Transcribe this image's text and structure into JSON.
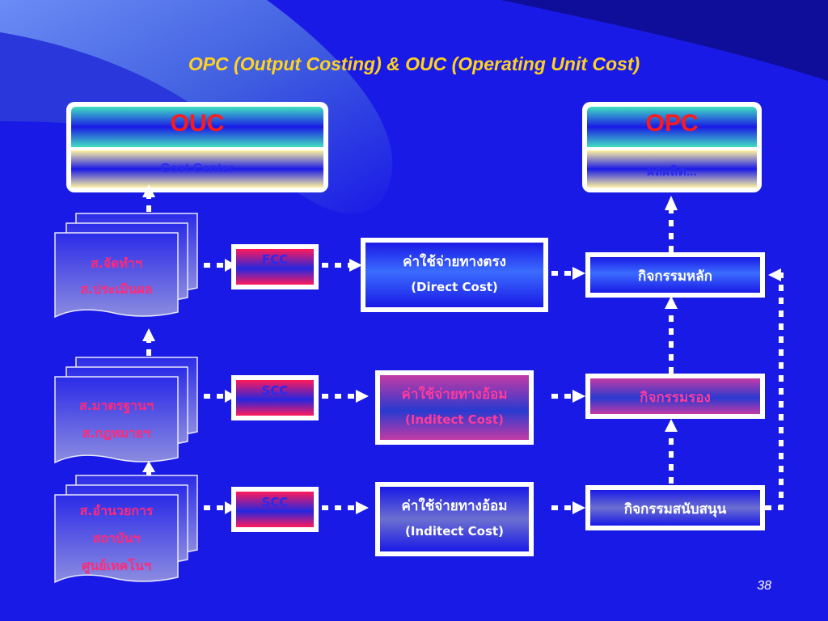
{
  "title": "OPC (Output Costing) & OUC (Operating Unit Cost)",
  "ouc": {
    "label": "OUC",
    "sub": "Cost Center"
  },
  "opc": {
    "label": "OPC",
    "sub": "ผลผลิต..."
  },
  "units": [
    {
      "lines": [
        "ส.จัดทำฯ",
        "ส.ประเมินผล"
      ]
    },
    {
      "lines": [
        "ส.มาตรฐานฯ",
        "ส.กฎหมายฯ"
      ]
    },
    {
      "lines": [
        "ส.อำนวยการ",
        "สถาบันฯ",
        "ศูนย์เทคโนฯ"
      ]
    }
  ],
  "centers": [
    "FCC",
    "SCC",
    "SCC"
  ],
  "costs": [
    {
      "th": "ค่าใช้จ่ายทางตรง",
      "en": "(Direct Cost)"
    },
    {
      "th": "ค่าใช้จ่ายทางอ้อม",
      "en": "(Inditect Cost)"
    },
    {
      "th": "ค่าใช้จ่ายทางอ้อม",
      "en": "(Inditect Cost)"
    }
  ],
  "activities": [
    "กิจกรรมหลัก",
    "กิจกรรมรอง",
    "กิจกรรมสนับสนุน"
  ],
  "page_number": "38",
  "colors": {
    "background": "#1a1ae6",
    "title": "#ffd21f",
    "accent_red": "#ff1a1a"
  }
}
